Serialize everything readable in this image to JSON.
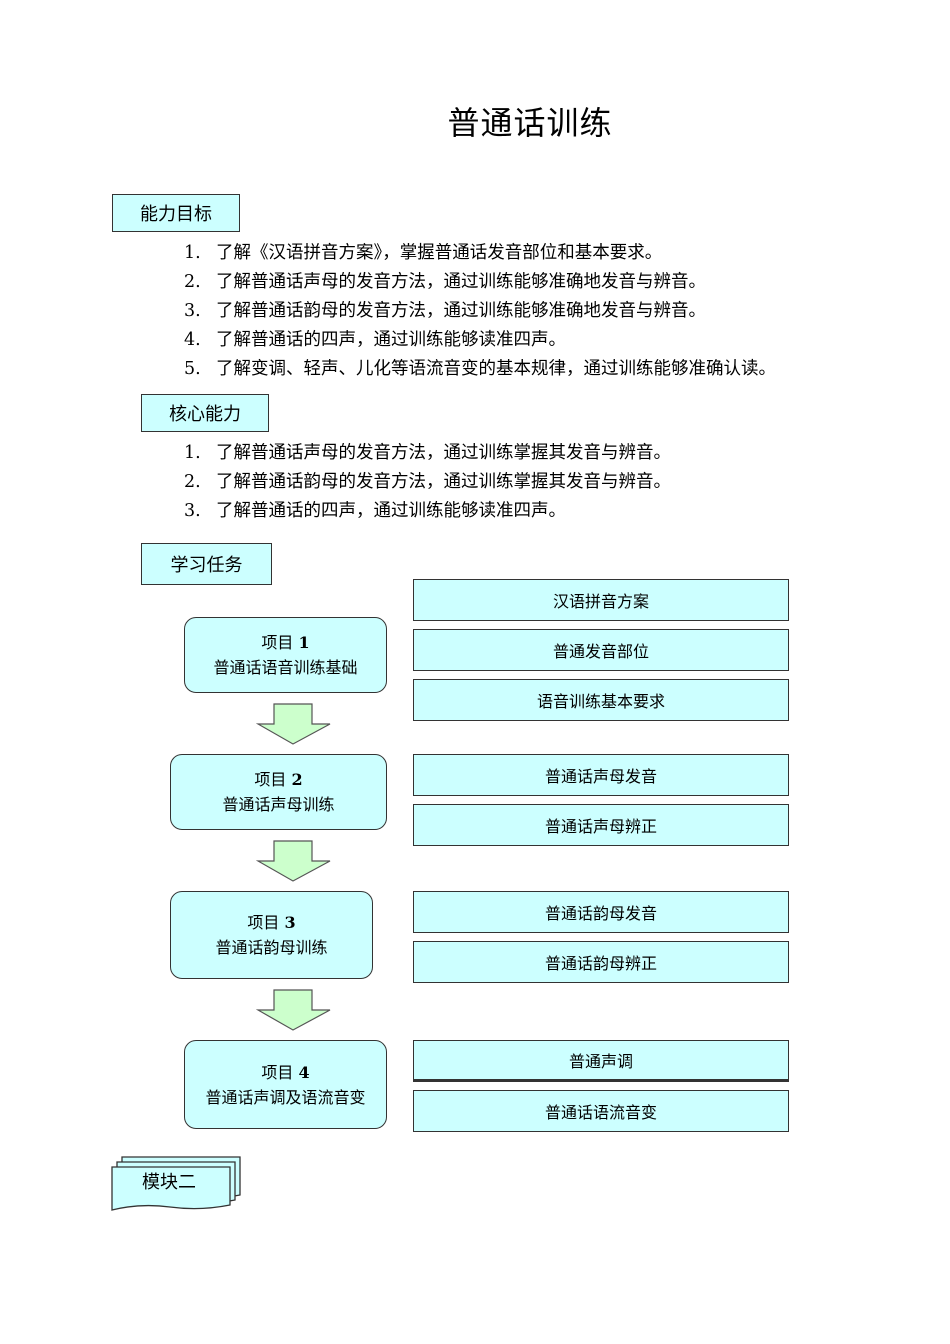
{
  "title": "普通话训练",
  "ability_goals": {
    "heading": "能力目标",
    "items": [
      {
        "num": "1.",
        "text": "了解《汉语拼音方案》，掌握普通话发音部位和基本要求。"
      },
      {
        "num": "2.",
        "text": "了解普通话声母的发音方法，通过训练能够准确地发音与辨音。"
      },
      {
        "num": "3.",
        "text": "了解普通话韵母的发音方法，通过训练能够准确地发音与辨音。"
      },
      {
        "num": "4.",
        "text": "了解普通话的四声，通过训练能够读准四声。"
      },
      {
        "num": "5.",
        "text": "了解变调、轻声、儿化等语流音变的基本规律，通过训练能够准确认读。"
      }
    ]
  },
  "core_ability": {
    "heading": "核心能力",
    "items": [
      {
        "num": "1.",
        "text": "了解普通话声母的发音方法，通过训练掌握其发音与辨音。"
      },
      {
        "num": "2.",
        "text": "了解普通话韵母的发音方法，通过训练掌握其发音与辨音。"
      },
      {
        "num": "3.",
        "text": "了解普通话的四声，通过训练能够读准四声。"
      }
    ]
  },
  "learning_tasks": {
    "heading": "学习任务",
    "projects": [
      {
        "label": "项目",
        "num": "1",
        "name": "普通话语音训练基础",
        "items": [
          "汉语拼音方案",
          "普通发音部位",
          "语音训练基本要求"
        ]
      },
      {
        "label": "项目",
        "num": "2",
        "name": "普通话声母训练",
        "items": [
          "普通话声母发音",
          "普通话声母辨正"
        ]
      },
      {
        "label": "项目",
        "num": "3",
        "name": "普通话韵母训练",
        "items": [
          "普通话韵母发音",
          "普通话韵母辨正"
        ]
      },
      {
        "label": "项目",
        "num": "4",
        "name": "普通话声调及语流音变",
        "items": [
          "普通声调",
          "普通话语流音变"
        ]
      }
    ]
  },
  "module": {
    "label": "模块二"
  },
  "colors": {
    "box_fill": "#ccffff",
    "arrow_fill": "#ccffcc",
    "border": "#333333"
  }
}
